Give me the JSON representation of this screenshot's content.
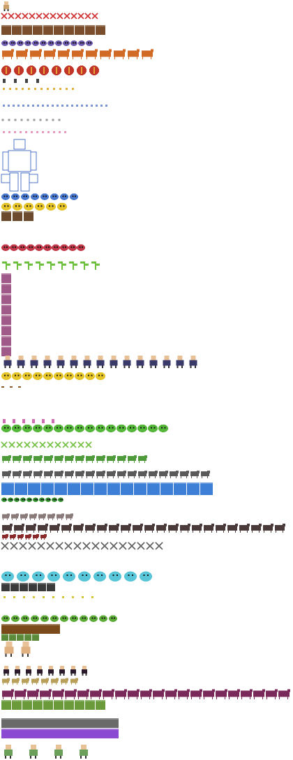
{
  "sprite_sheet": {
    "background": "#ffffff",
    "rows": [
      {
        "name": "hero-idle-sprite",
        "count": 1,
        "color": "#c9a06a",
        "shape": "figure"
      },
      {
        "name": "red-x-mark-sprite",
        "count": 14,
        "color": "#d23a3a",
        "shape": "x"
      },
      {
        "name": "treasure-chest-sprite",
        "count": 10,
        "color": "#7a4e2d",
        "shape": "block"
      },
      {
        "name": "purple-blue-slime-sprite",
        "count": 12,
        "color": "#6f5bb0",
        "shape": "blob"
      },
      {
        "name": "orange-fire-dragon-sprite",
        "count": 11,
        "color": "#d06a25",
        "shape": "creature"
      },
      {
        "name": "orange-red-orb-sprite",
        "count": 8,
        "color": "#c2362a",
        "shape": "orb"
      },
      {
        "name": "hook-key-sprite",
        "count": 4,
        "color": "#444444",
        "shape": "small"
      },
      {
        "name": "yellow-spark-sprite",
        "count": 12,
        "color": "#e3b23c",
        "shape": "dot"
      },
      {
        "name": "blue-sparkle-particle-sprite",
        "count": 22,
        "color": "#7a93d6",
        "shape": "dot"
      },
      {
        "name": "grey-dash-particle-sprite",
        "count": 10,
        "color": "#9a9a9a",
        "shape": "dot"
      },
      {
        "name": "pink-sparkle-particle-sprite",
        "count": 12,
        "color": "#e79ac2",
        "shape": "dot"
      },
      {
        "name": "blue-outline-robot-body-sprite",
        "count": 1,
        "color": "#4f74c9",
        "shape": "outline"
      },
      {
        "name": "blue-flame-spirit-sprite",
        "count": 8,
        "color": "#4b7ad1",
        "shape": "blob"
      },
      {
        "name": "yellow-round-bird-sprite",
        "count": 6,
        "color": "#e6c52b",
        "shape": "blob"
      },
      {
        "name": "brown-rock-golem-sprite",
        "count": 3,
        "color": "#6b4a2e",
        "shape": "block"
      },
      {
        "name": "red-jelly-slime-sprite",
        "count": 10,
        "color": "#c23a4a",
        "shape": "blob"
      },
      {
        "name": "green-sprout-plant-sprite",
        "count": 9,
        "color": "#6bbf3a",
        "shape": "plant"
      },
      {
        "name": "mixed-portrait-sprite",
        "count": 8,
        "color": "#a05a8a",
        "shape": "block"
      },
      {
        "name": "robed-wizard-sprite",
        "count": 15,
        "color": "#3a3a6a",
        "shape": "figure"
      },
      {
        "name": "yellow-chick-sprite",
        "count": 10,
        "color": "#e6c52b",
        "shape": "blob"
      },
      {
        "name": "small-brown-seed-sprite",
        "count": 3,
        "color": "#8a5a2a",
        "shape": "small"
      },
      {
        "name": "pink-potion-sprite",
        "count": 6,
        "color": "#cc6fb3",
        "shape": "small"
      },
      {
        "name": "green-jelly-slime-sprite",
        "count": 16,
        "color": "#55b83a",
        "shape": "blob"
      },
      {
        "name": "green-x-leaf-sprite",
        "count": 12,
        "color": "#7ac24a",
        "shape": "x"
      },
      {
        "name": "green-worm-sprite",
        "count": 14,
        "color": "#4f9a3a",
        "shape": "creature"
      },
      {
        "name": "grey-spider-sprite",
        "count": 20,
        "color": "#5a5a5a",
        "shape": "creature"
      },
      {
        "name": "blue-water-block-sprite",
        "count": 16,
        "color": "#3d7fd6",
        "shape": "block"
      },
      {
        "name": "green-bush-sprite",
        "count": 10,
        "color": "#3f9a3a",
        "shape": "blob"
      },
      {
        "name": "grey-snail-sprite",
        "count": 8,
        "color": "#8a7a7a",
        "shape": "creature"
      },
      {
        "name": "dark-crawler-sprite",
        "count": 24,
        "color": "#4a3a3a",
        "shape": "creature"
      },
      {
        "name": "red-eyed-critter-sprite",
        "count": 6,
        "color": "#8a2a2a",
        "shape": "creature"
      },
      {
        "name": "grey-bat-sprite",
        "count": 18,
        "color": "#666666",
        "shape": "x"
      },
      {
        "name": "cyan-ghost-sprite",
        "count": 10,
        "color": "#58c6d8",
        "shape": "blob"
      },
      {
        "name": "dark-stone-block-sprite",
        "count": 6,
        "color": "#3a3a3a",
        "shape": "block"
      },
      {
        "name": "gem-cluster-sprite",
        "count": 10,
        "color": "#d6c43a",
        "shape": "dot"
      },
      {
        "name": "green-frog-sprite",
        "count": 12,
        "color": "#5fae3a",
        "shape": "blob"
      },
      {
        "name": "brown-mushroom-sprite",
        "count": 6,
        "color": "#7a4a1a",
        "shape": "block"
      },
      {
        "name": "green-cabinet-sprite",
        "count": 5,
        "color": "#5a8a3a",
        "shape": "block"
      },
      {
        "name": "villager-sprite",
        "count": 2,
        "color": "#e0b080",
        "shape": "figure"
      },
      {
        "name": "dark-hair-girl-sprite",
        "count": 8,
        "color": "#2a1a2a",
        "shape": "figure"
      },
      {
        "name": "tan-spider-sprite",
        "count": 8,
        "color": "#b9a05a",
        "shape": "creature"
      },
      {
        "name": "purple-beetle-sprite",
        "count": 26,
        "color": "#7a2a5a",
        "shape": "creature"
      },
      {
        "name": "green-pond-tile-sprite",
        "count": 10,
        "color": "#6a9a3a",
        "shape": "block"
      },
      {
        "name": "grey-brick-wall-tile-sprite",
        "count": 12,
        "color": "#6a6a6a",
        "shape": "block"
      },
      {
        "name": "purple-crystal-tile-sprite",
        "count": 12,
        "color": "#8a4ad1",
        "shape": "block"
      },
      {
        "name": "grass-soldier-sprite",
        "count": 4,
        "color": "#6ba05a",
        "shape": "figure"
      }
    ]
  }
}
